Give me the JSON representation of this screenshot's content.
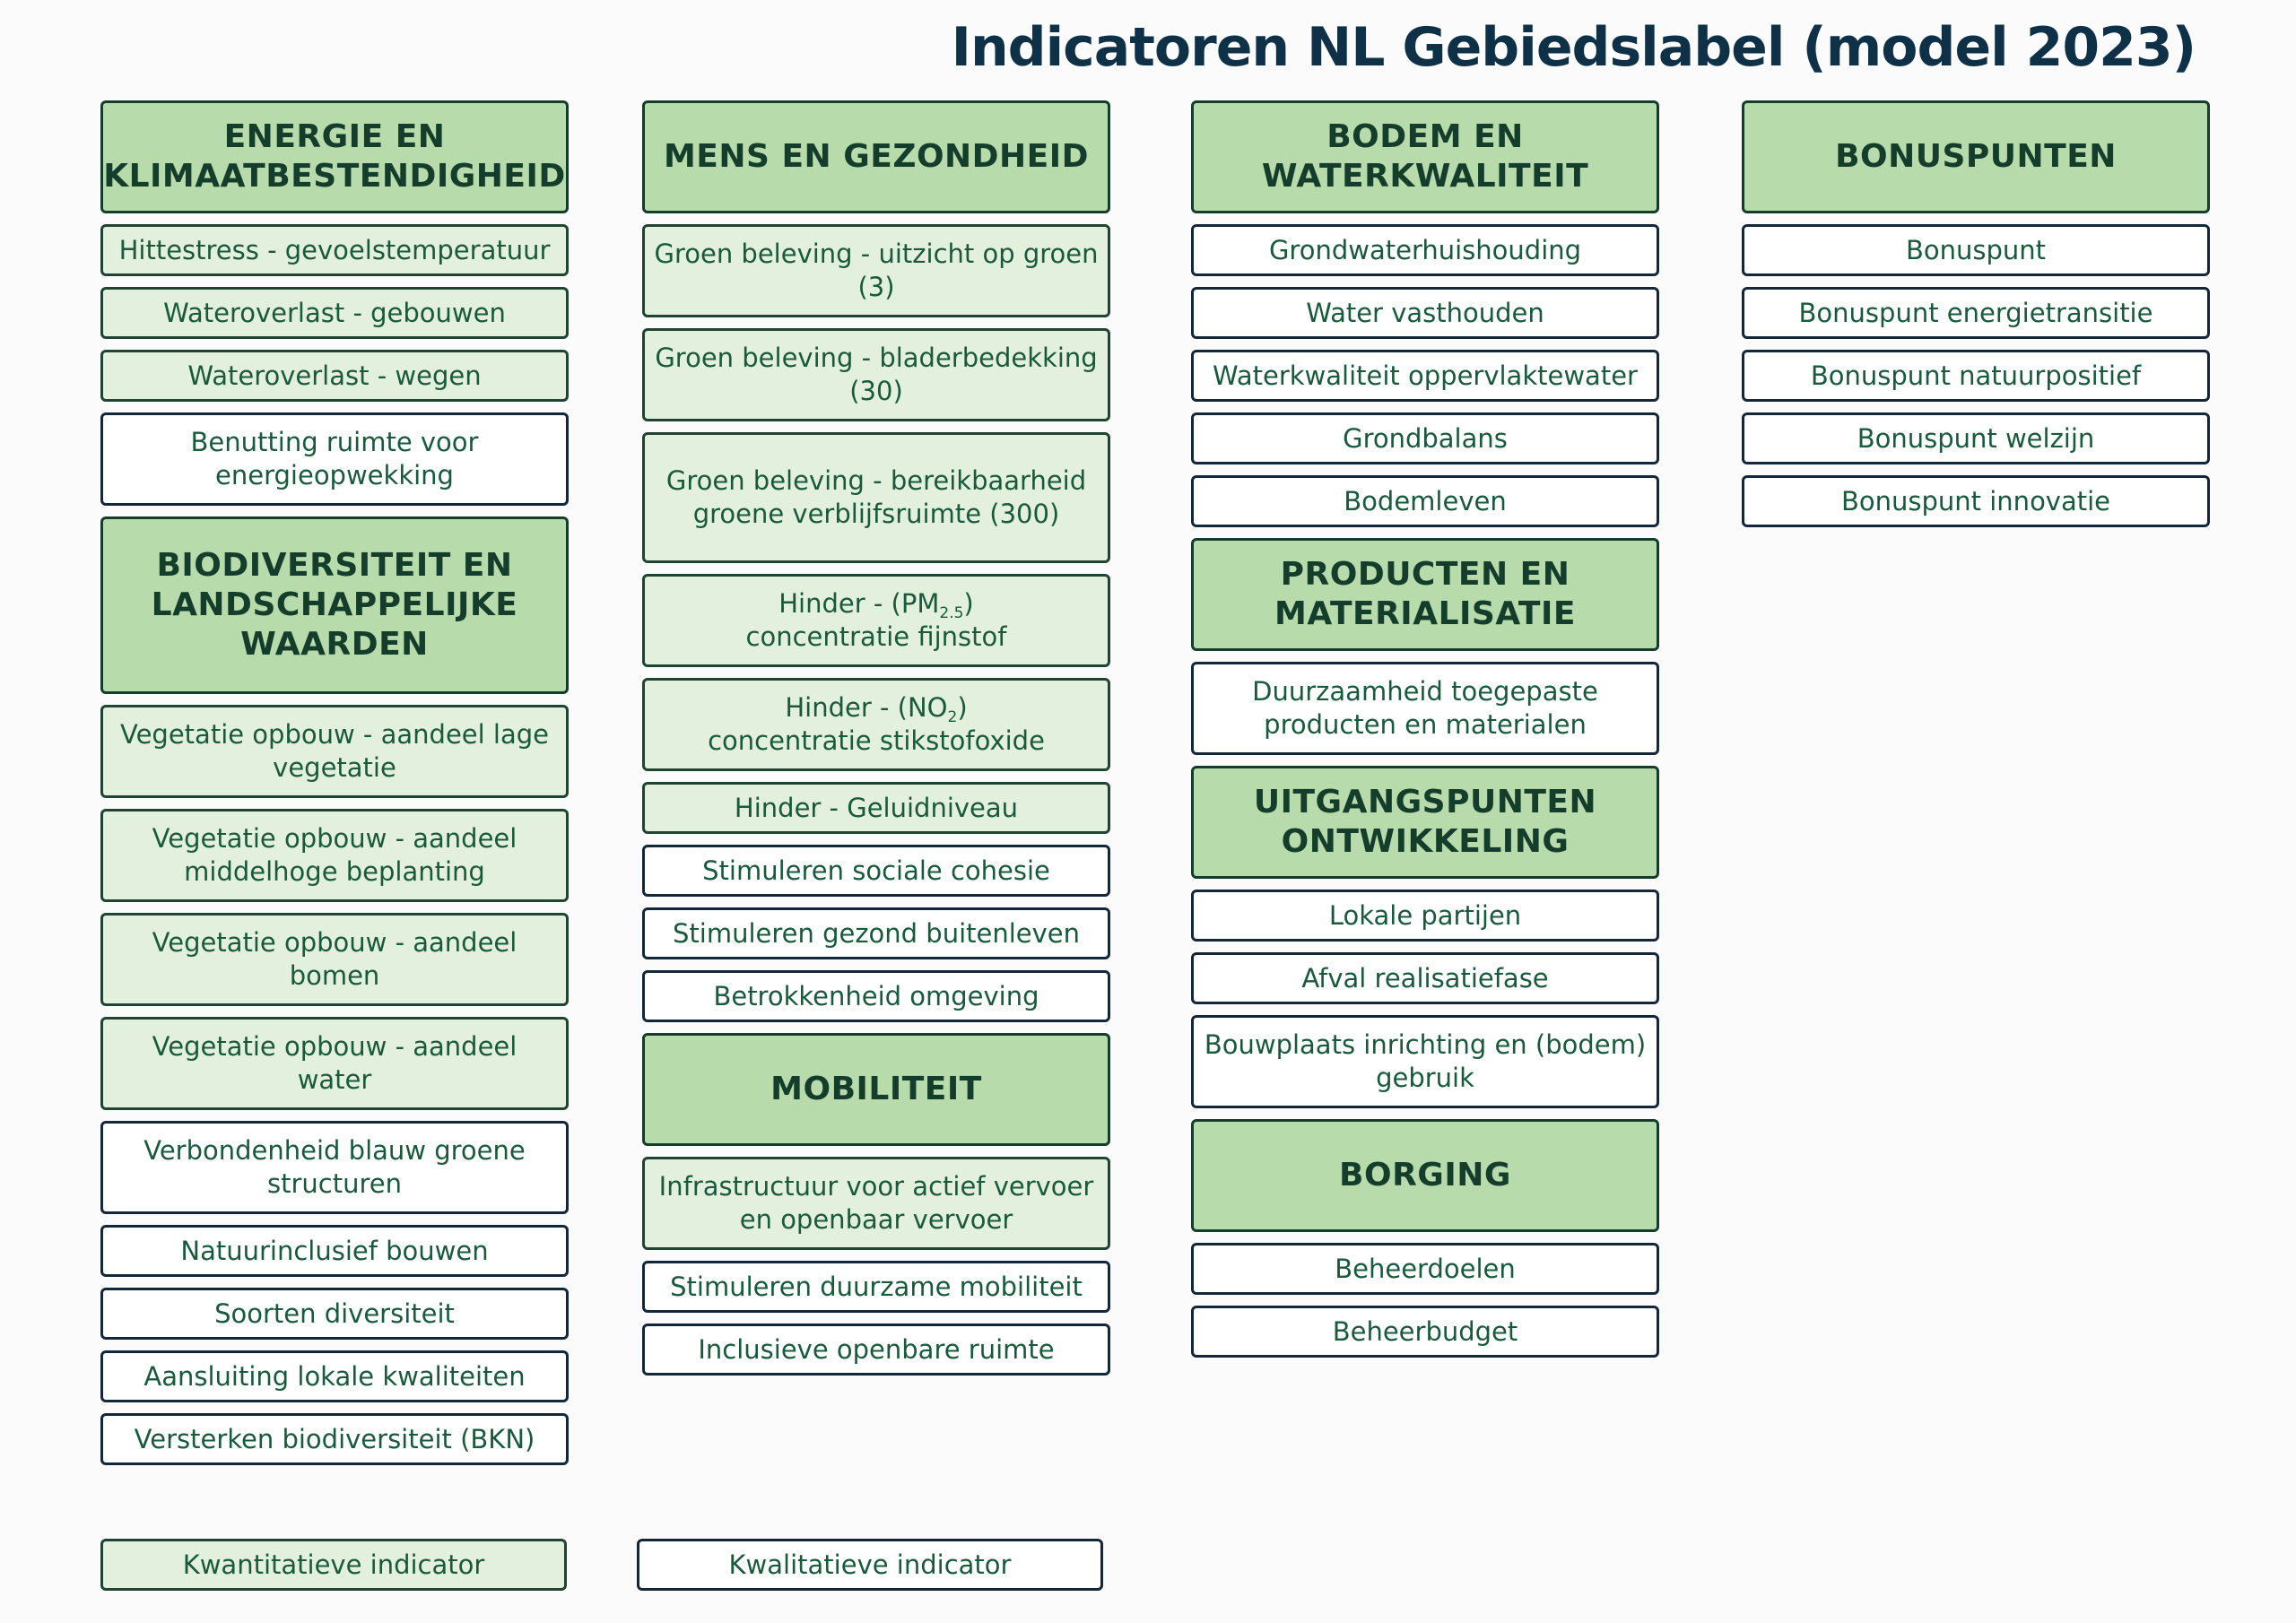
{
  "title": "Indicatoren NL Gebiedslabel (model 2023)",
  "colors": {
    "header_fill": "#b8dbab",
    "quantitative_fill": "#e3f0de",
    "qualitative_fill": "#ffffff",
    "text": "#1a5a3c",
    "title": "#0f3147"
  },
  "columns": [
    {
      "sections": [
        {
          "header": "ENERGIE EN KLIMAATBESTENDIGHEID",
          "items": [
            {
              "label": "Hittestress - gevoelstemperatuur",
              "type": "kwantitatief"
            },
            {
              "label": "Wateroverlast - gebouwen",
              "type": "kwantitatief"
            },
            {
              "label": "Wateroverlast - wegen",
              "type": "kwantitatief"
            },
            {
              "label": "Benutting ruimte voor energieopwekking",
              "type": "kwalitatief"
            }
          ]
        },
        {
          "header": "BIODIVERSITEIT EN LANDSCHAPPELIJKE WAARDEN",
          "items": [
            {
              "label": "Vegetatie opbouw - aandeel lage vegetatie",
              "type": "kwantitatief"
            },
            {
              "label": "Vegetatie opbouw - aandeel middelhoge beplanting",
              "type": "kwantitatief"
            },
            {
              "label": "Vegetatie opbouw - aandeel bomen",
              "type": "kwantitatief"
            },
            {
              "label": "Vegetatie opbouw - aandeel water",
              "type": "kwantitatief"
            },
            {
              "label": "Verbondenheid blauw groene structuren",
              "type": "kwalitatief"
            },
            {
              "label": "Natuurinclusief bouwen",
              "type": "kwalitatief"
            },
            {
              "label": "Soorten diversiteit",
              "type": "kwalitatief"
            },
            {
              "label": "Aansluiting lokale kwaliteiten",
              "type": "kwalitatief"
            },
            {
              "label": "Versterken biodiversiteit (BKN)",
              "type": "kwalitatief"
            }
          ]
        }
      ]
    },
    {
      "sections": [
        {
          "header": "MENS EN GEZONDHEID",
          "items": [
            {
              "label": "Groen beleving - uitzicht op groen (3)",
              "type": "kwantitatief"
            },
            {
              "label": "Groen beleving - bladerbedekking (30)",
              "type": "kwantitatief"
            },
            {
              "label": "Groen beleving - bereikbaarheid groene verblijfsruimte (300)",
              "type": "kwantitatief"
            },
            {
              "label_a": "Hinder - (PM",
              "label_sub": "2.5",
              "label_b": ")",
              "label_c": "concentratie fijnstof",
              "type": "kwantitatief"
            },
            {
              "label_a": "Hinder - (NO",
              "label_sub": "2",
              "label_b": ")",
              "label_c": "concentratie stikstofoxide",
              "type": "kwantitatief"
            },
            {
              "label": "Hinder - Geluidniveau",
              "type": "kwantitatief"
            },
            {
              "label": "Stimuleren sociale cohesie",
              "type": "kwalitatief"
            },
            {
              "label": "Stimuleren gezond buitenleven",
              "type": "kwalitatief"
            },
            {
              "label": "Betrokkenheid omgeving",
              "type": "kwalitatief"
            }
          ]
        },
        {
          "header": "MOBILITEIT",
          "items": [
            {
              "label": "Infrastructuur voor actief vervoer en openbaar vervoer",
              "type": "kwantitatief"
            },
            {
              "label": "Stimuleren duurzame mobiliteit",
              "type": "kwalitatief"
            },
            {
              "label": "Inclusieve openbare ruimte",
              "type": "kwalitatief"
            }
          ]
        }
      ]
    },
    {
      "sections": [
        {
          "header": "BODEM EN WATERKWALITEIT",
          "items": [
            {
              "label": "Grondwaterhuishouding",
              "type": "kwalitatief"
            },
            {
              "label": "Water vasthouden",
              "type": "kwalitatief"
            },
            {
              "label": "Waterkwaliteit oppervlaktewater",
              "type": "kwalitatief"
            },
            {
              "label": "Grondbalans",
              "type": "kwalitatief"
            },
            {
              "label": "Bodemleven",
              "type": "kwalitatief"
            }
          ]
        },
        {
          "header": "PRODUCTEN EN MATERIALISATIE",
          "items": [
            {
              "label": "Duurzaamheid toegepaste producten en materialen",
              "type": "kwalitatief"
            }
          ]
        },
        {
          "header": "UITGANGSPUNTEN ONTWIKKELING",
          "items": [
            {
              "label": "Lokale partijen",
              "type": "kwalitatief"
            },
            {
              "label": "Afval realisatiefase",
              "type": "kwalitatief"
            },
            {
              "label": "Bouwplaats inrichting en (bodem) gebruik",
              "type": "kwalitatief"
            }
          ]
        },
        {
          "header": "BORGING",
          "items": [
            {
              "label": "Beheerdoelen",
              "type": "kwalitatief"
            },
            {
              "label": "Beheerbudget",
              "type": "kwalitatief"
            }
          ]
        }
      ]
    },
    {
      "sections": [
        {
          "header": "BONUSPUNTEN",
          "items": [
            {
              "label": "Bonuspunt",
              "type": "kwalitatief"
            },
            {
              "label": "Bonuspunt energietransitie",
              "type": "kwalitatief"
            },
            {
              "label": "Bonuspunt natuurpositief",
              "type": "kwalitatief"
            },
            {
              "label": "Bonuspunt welzijn",
              "type": "kwalitatief"
            },
            {
              "label": "Bonuspunt innovatie",
              "type": "kwalitatief"
            }
          ]
        }
      ]
    }
  ],
  "legend": {
    "quantitative": "Kwantitatieve indicator",
    "qualitative": "Kwalitatieve indicator"
  }
}
